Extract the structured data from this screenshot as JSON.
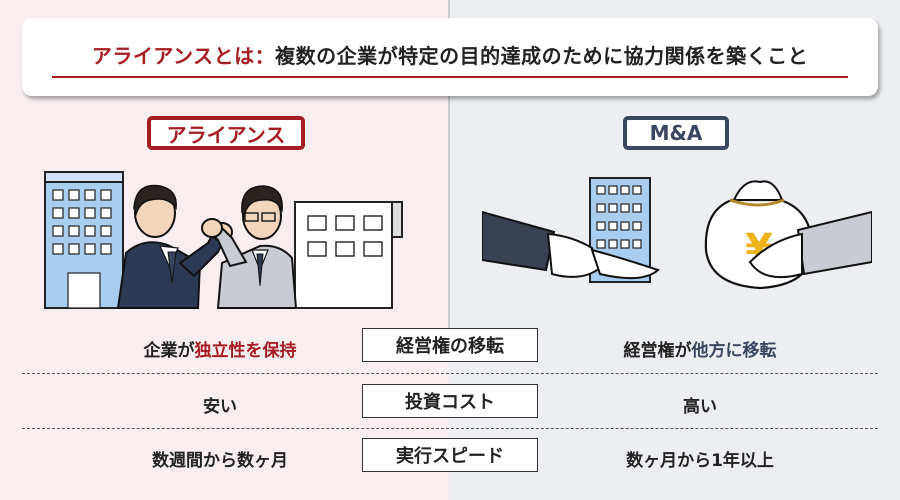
{
  "banner": {
    "prefix": "アライアンスとは：",
    "text": "複数の企業が特定の目的達成のために協力関係を築くこと"
  },
  "labels": {
    "alliance": "アライアンス",
    "ma": "M&A"
  },
  "icons": {
    "alliance_illustration": "two-businessmen-arm-wrestling-icon",
    "ma_illustration": "building-for-money-exchange-icon",
    "yen_symbol": "¥"
  },
  "colors": {
    "alliance_accent": "#a51d22",
    "ma_accent": "#3a4660"
  },
  "comparison": [
    {
      "criterion": "経営権の移転",
      "alliance_parts": [
        {
          "text": "企業が",
          "accent": false
        },
        {
          "text": "独立性を保持",
          "accent": true
        }
      ],
      "ma_parts": [
        {
          "text": "経営権が",
          "accent": false
        },
        {
          "text": "他方に移転",
          "accent": true
        }
      ]
    },
    {
      "criterion": "投資コスト",
      "alliance_parts": [
        {
          "text": "安い",
          "accent": false
        }
      ],
      "ma_parts": [
        {
          "text": "高い",
          "accent": false
        }
      ]
    },
    {
      "criterion": "実行スピード",
      "alliance_parts": [
        {
          "text": "数週間から数ヶ月",
          "accent": false
        }
      ],
      "ma_parts": [
        {
          "text": "数ヶ月から1年以上",
          "accent": false
        }
      ]
    }
  ]
}
